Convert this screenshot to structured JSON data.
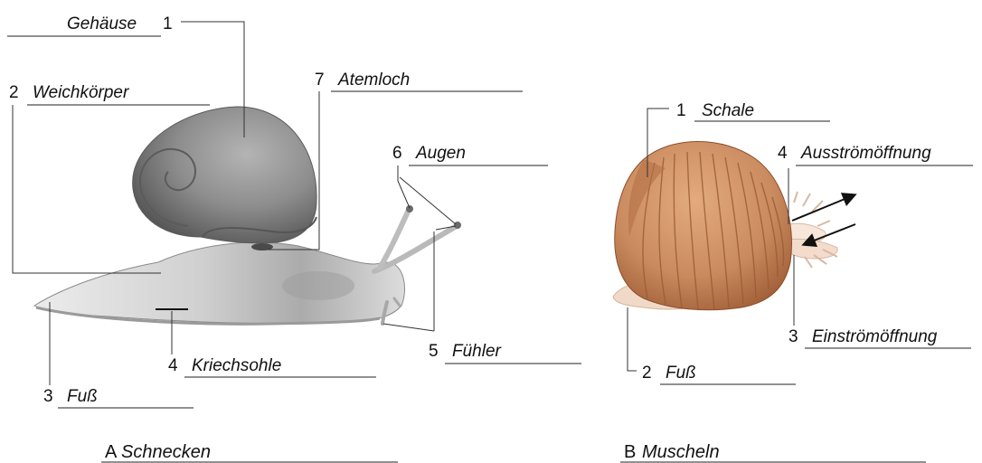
{
  "snail": {
    "caption_letter": "A",
    "caption_text": "Schnecken",
    "labels": {
      "gehaeuse": {
        "num": "1",
        "text": "Gehäuse"
      },
      "weichkoerper": {
        "num": "2",
        "text": "Weichkörper"
      },
      "fuss": {
        "num": "3",
        "text": "Fuß"
      },
      "kriechsohle": {
        "num": "4",
        "text": "Kriechsohle"
      },
      "fuehler": {
        "num": "5",
        "text": "Fühler"
      },
      "augen": {
        "num": "6",
        "text": "Augen"
      },
      "atemloch": {
        "num": "7",
        "text": "Atemloch"
      }
    }
  },
  "mussel": {
    "caption_letter": "B",
    "caption_text": "Muscheln",
    "labels": {
      "schale": {
        "num": "1",
        "text": "Schale"
      },
      "fuss": {
        "num": "2",
        "text": "Fuß"
      },
      "einstroemoeffnung": {
        "num": "3",
        "text": "Einströmöffnung"
      },
      "ausstroemoeffnung": {
        "num": "4",
        "text": "Ausströmöffnung"
      }
    }
  },
  "colors": {
    "snail_body": "#d6d6d6",
    "snail_shell": "#8c8c8c",
    "shell_orange": "#c98a5e",
    "shell_rib": "#8e4f2c",
    "mussel_foot": "#f1d9c8"
  }
}
